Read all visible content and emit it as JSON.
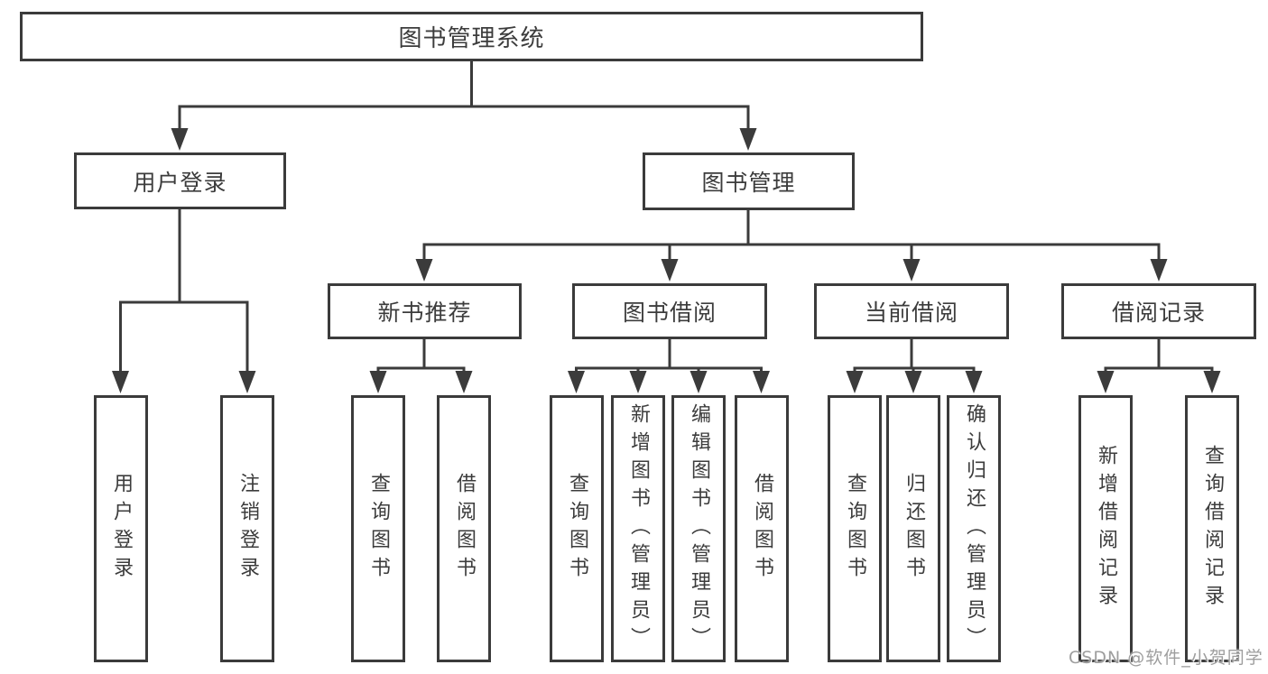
{
  "diagram": {
    "title": "图书管理系统",
    "level2": {
      "user_login": "用户登录",
      "book_mgmt": "图书管理"
    },
    "level3": {
      "new_book_rec": "新书推荐",
      "book_borrow": "图书借阅",
      "current_borrow": "当前借阅",
      "borrow_record": "借阅记录"
    },
    "leaves": {
      "user_login": "用户登录",
      "logout": "注销登录",
      "nbr_query": "查询图书",
      "nbr_borrow": "借阅图书",
      "bb_query": "查询图书",
      "bb_add": "新增图书（管理员）",
      "bb_edit": "编辑图书（管理员）",
      "bb_borrow": "借阅图书",
      "cb_query": "查询图书",
      "cb_return": "归还图书",
      "cb_confirm": "确认归还（管理员）",
      "br_add": "新增借阅记录",
      "br_query": "查询借阅记录"
    }
  },
  "watermark": {
    "text": "CSDN @软件_小贺同学"
  },
  "colors": {
    "line": "#3b3b3b",
    "text": "#3c3c3c",
    "watermark": "#9e9e9e",
    "background": "#ffffff"
  }
}
